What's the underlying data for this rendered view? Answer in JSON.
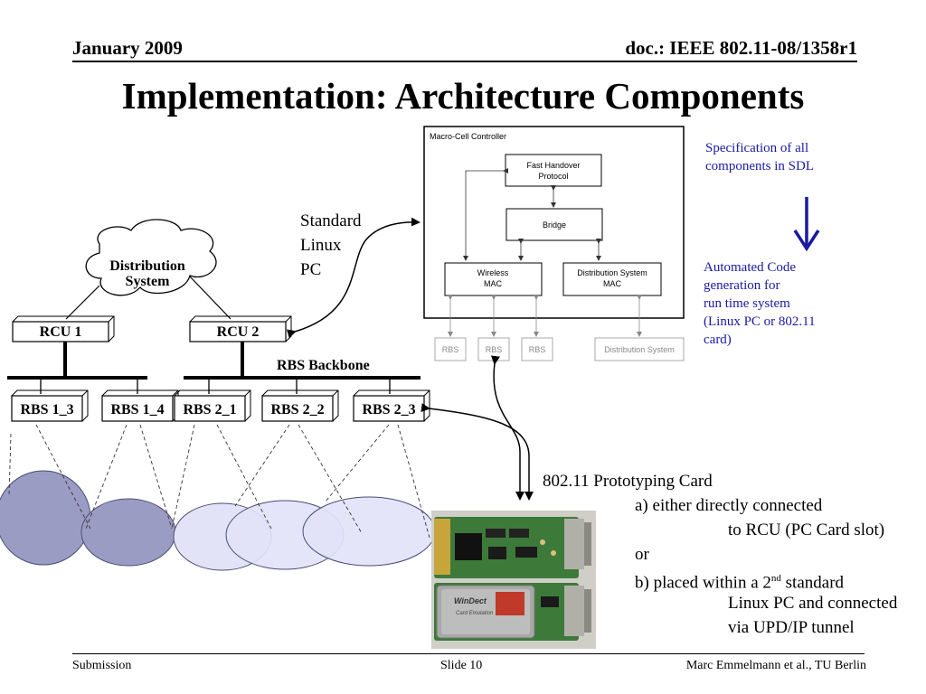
{
  "header": {
    "date": "January 2009",
    "doc": "doc.: IEEE 802.11-08/1358r1"
  },
  "title": "Implementation: Architecture Components",
  "controller": {
    "title": "Macro-Cell Controller",
    "fast_handover": [
      "Fast Handover",
      "Protocol"
    ],
    "bridge": "Bridge",
    "wireless_mac": [
      "Wireless",
      "MAC"
    ],
    "ds_mac": [
      "Distribution System",
      "MAC"
    ],
    "ports": [
      "RBS",
      "RBS",
      "RBS",
      "Distribution System"
    ]
  },
  "pc_label": [
    "Standard",
    "Linux",
    "PC"
  ],
  "network": {
    "cloud": [
      "Distribution",
      "System"
    ],
    "rcu": [
      "RCU 1",
      "RCU 2"
    ],
    "backbone": "RBS Backbone",
    "rbs": [
      "RBS 1_3",
      "RBS 1_4",
      "RBS 2_1",
      "RBS 2_2",
      "RBS 2_3"
    ]
  },
  "sdl": {
    "spec": [
      "Specification of all",
      "components in SDL"
    ],
    "auto": [
      "Automated Code",
      "generation for",
      "run time system",
      "(Linux PC or 802.11",
      "card)"
    ]
  },
  "card_note": {
    "l1": "802.11 Prototyping Card",
    "l2": "a) either directly connected",
    "l3": "to RCU (PC Card slot)",
    "l4": "or",
    "l5a": "b) placed within a 2",
    "l5sup": "nd",
    "l5b": " standard",
    "l6": "Linux PC and connected",
    "l7": "via UPD/IP tunnel"
  },
  "card_photo": {
    "brand": "WinDect",
    "sub": "Card Emulation"
  },
  "footer": {
    "left": "Submission",
    "center": "Slide 10",
    "right": "Marc Emmelmann et al., TU Berlin"
  },
  "colors": {
    "accent_blue": "#1a1aa0",
    "cell_dark": "#9a9cc4",
    "cell_light": "#e2e3f7"
  }
}
